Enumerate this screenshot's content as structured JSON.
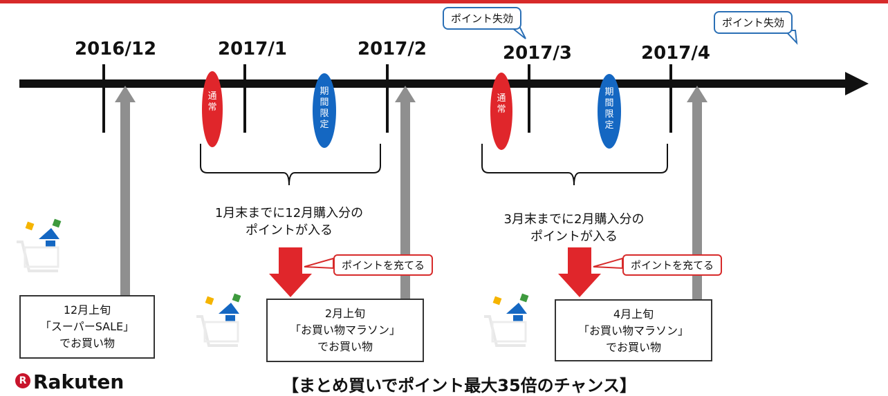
{
  "timeline": {
    "years": [
      "2016/12",
      "2017/1",
      "2017/2",
      "2017/3",
      "2017/4"
    ]
  },
  "expiry": {
    "label_1": "ポイント失効",
    "label_2": "ポイント失効"
  },
  "points": {
    "normal": "通常",
    "limited": "期間限定"
  },
  "notes": {
    "jan_line1": "1月末までに12月購入分の",
    "jan_line2": "ポイントが入る",
    "mar_line1": "3月末までに2月購入分の",
    "mar_line2": "ポイントが入る"
  },
  "apply": {
    "label_1": "ポイントを充てる",
    "label_2": "ポイントを充てる"
  },
  "events": [
    {
      "line1": "12月上旬",
      "line2": "「スーパーSALE」",
      "line3": "でお買い物"
    },
    {
      "line1": "2月上旬",
      "line2": "「お買い物マラソン」",
      "line3": "でお買い物"
    },
    {
      "line1": "4月上旬",
      "line2": "「お買い物マラソン」",
      "line3": "でお買い物"
    }
  ],
  "footer": {
    "logo_mark": "R",
    "logo_text": "Rakuten",
    "slogan": "【まとめ買いでポイント最大35倍のチャンス】"
  },
  "colors": {
    "accent_red": "#e0262b",
    "accent_blue": "#1467c2",
    "bubble_border": "#2a6fb5",
    "arrow_gray": "#8f8f8f"
  }
}
